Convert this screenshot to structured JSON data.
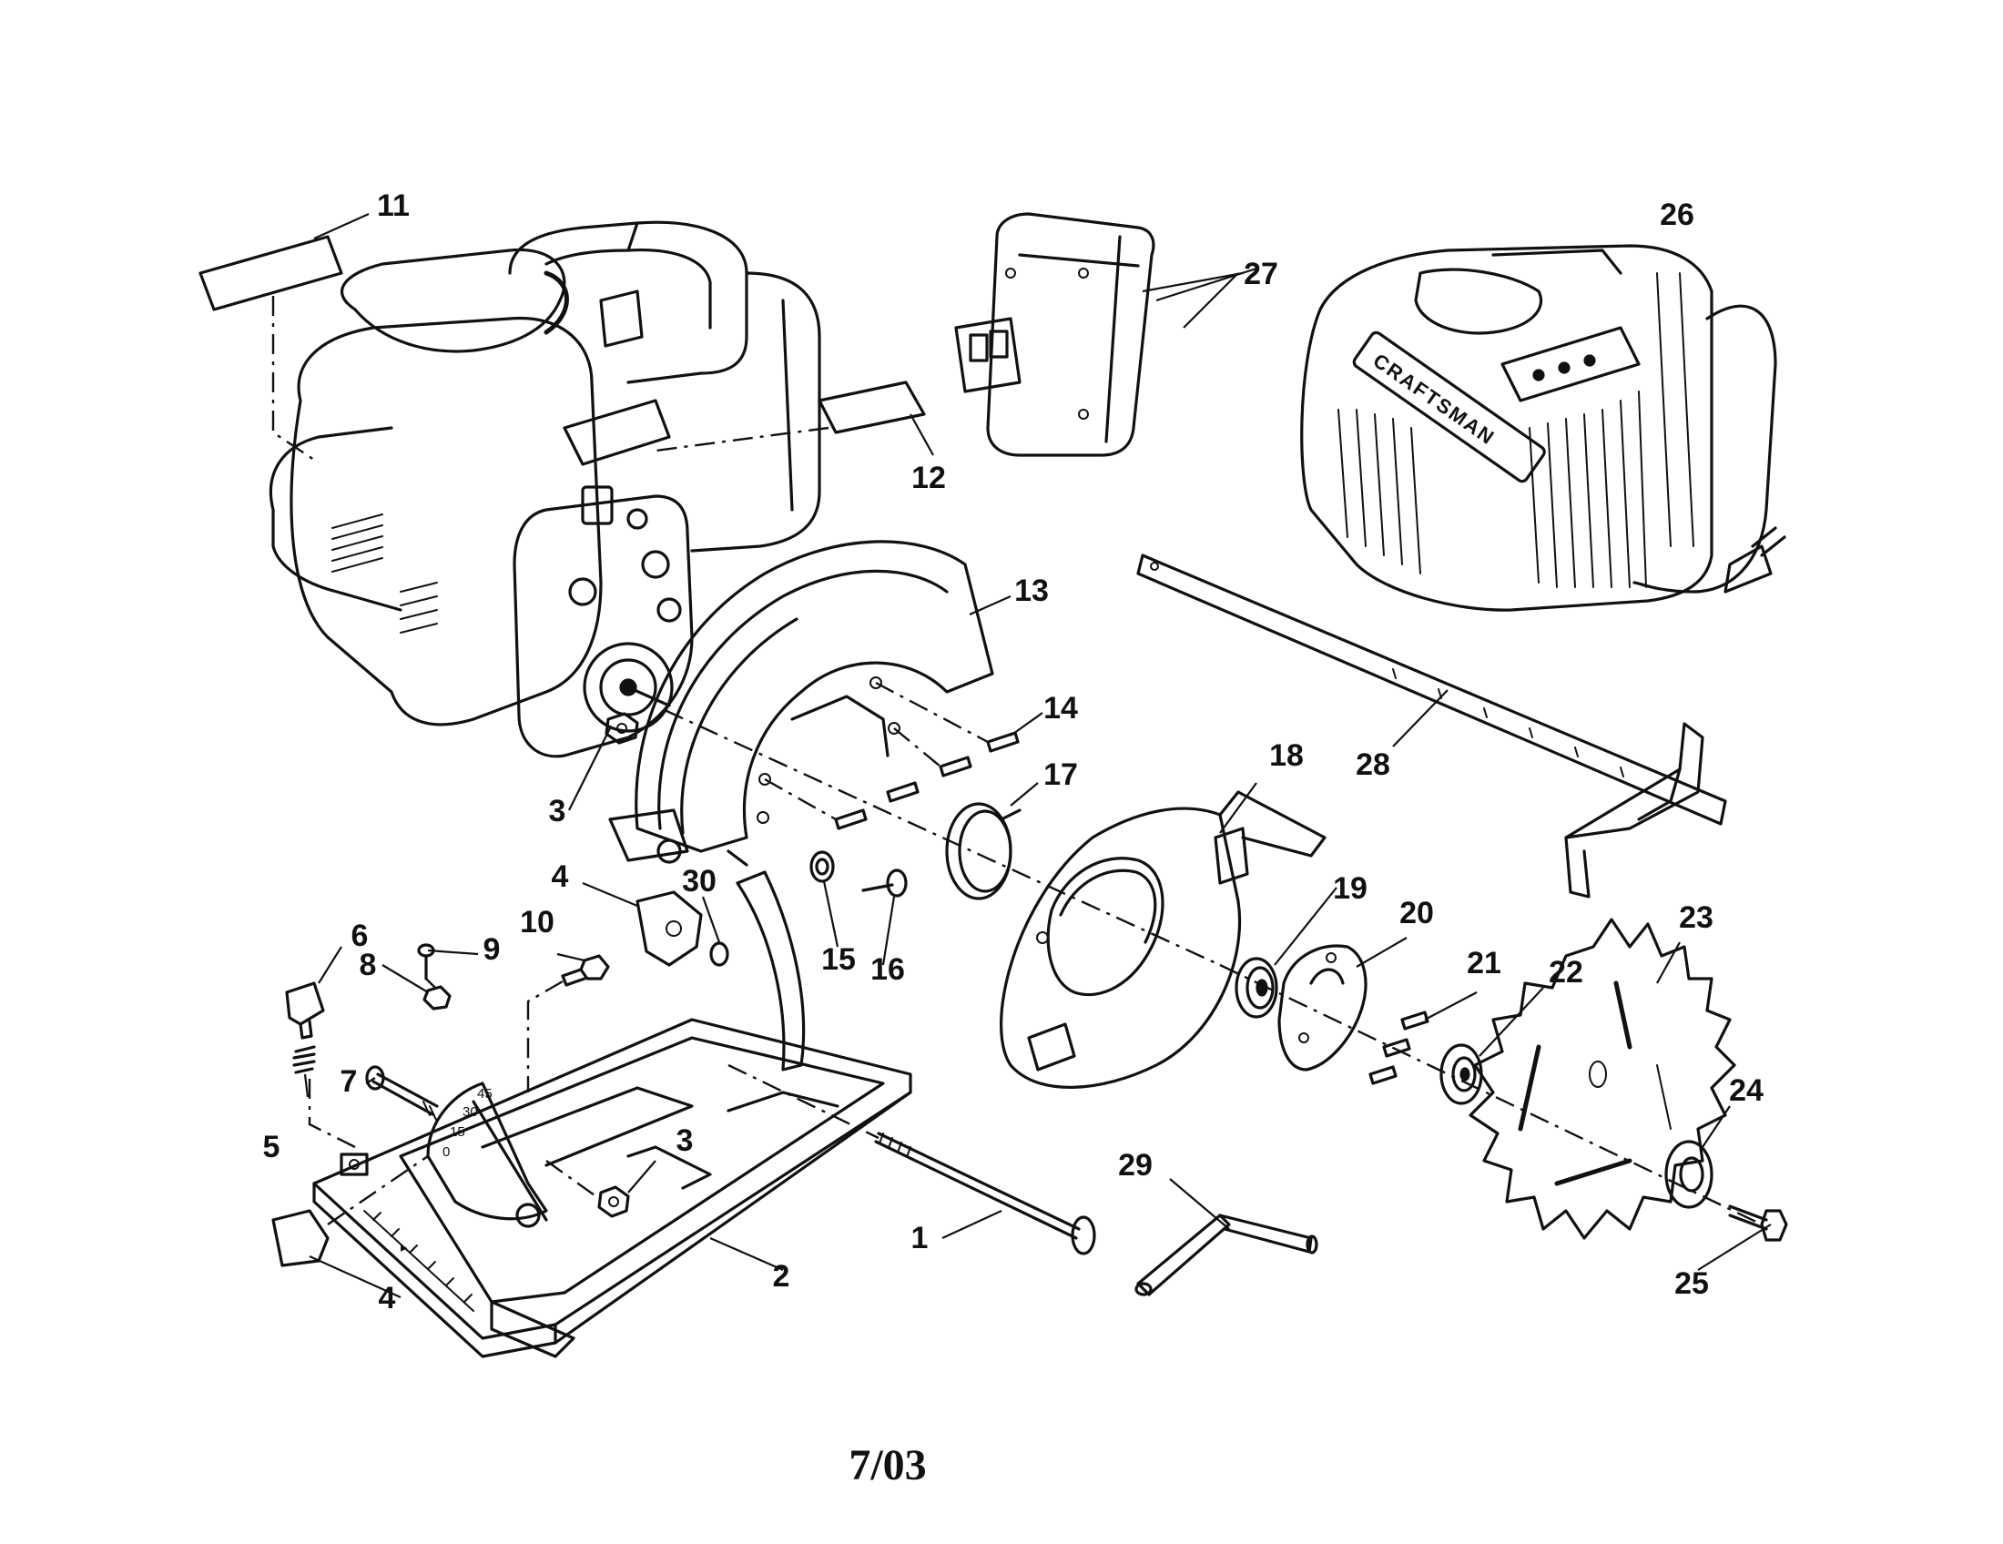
{
  "labels": {
    "p1": "1",
    "p2": "2",
    "p3a": "3",
    "p3b": "3",
    "p4a": "4",
    "p4b": "4",
    "p5": "5",
    "p6": "6",
    "p7": "7",
    "p8": "8",
    "p9": "9",
    "p10": "10",
    "p11": "11",
    "p12": "12",
    "p13": "13",
    "p14": "14",
    "p15": "15",
    "p16": "16",
    "p17": "17",
    "p18": "18",
    "p19": "19",
    "p20": "20",
    "p21": "21",
    "p22": "22",
    "p23": "23",
    "p24": "24",
    "p25": "25",
    "p26": "26",
    "p27": "27",
    "p28": "28",
    "p29": "29",
    "p30": "30"
  },
  "charger_brand": "CRAFTSMAN",
  "bevel_scale_marks": [
    "0",
    "15",
    "30",
    "45"
  ],
  "footer": {
    "date_code": "7/03"
  }
}
